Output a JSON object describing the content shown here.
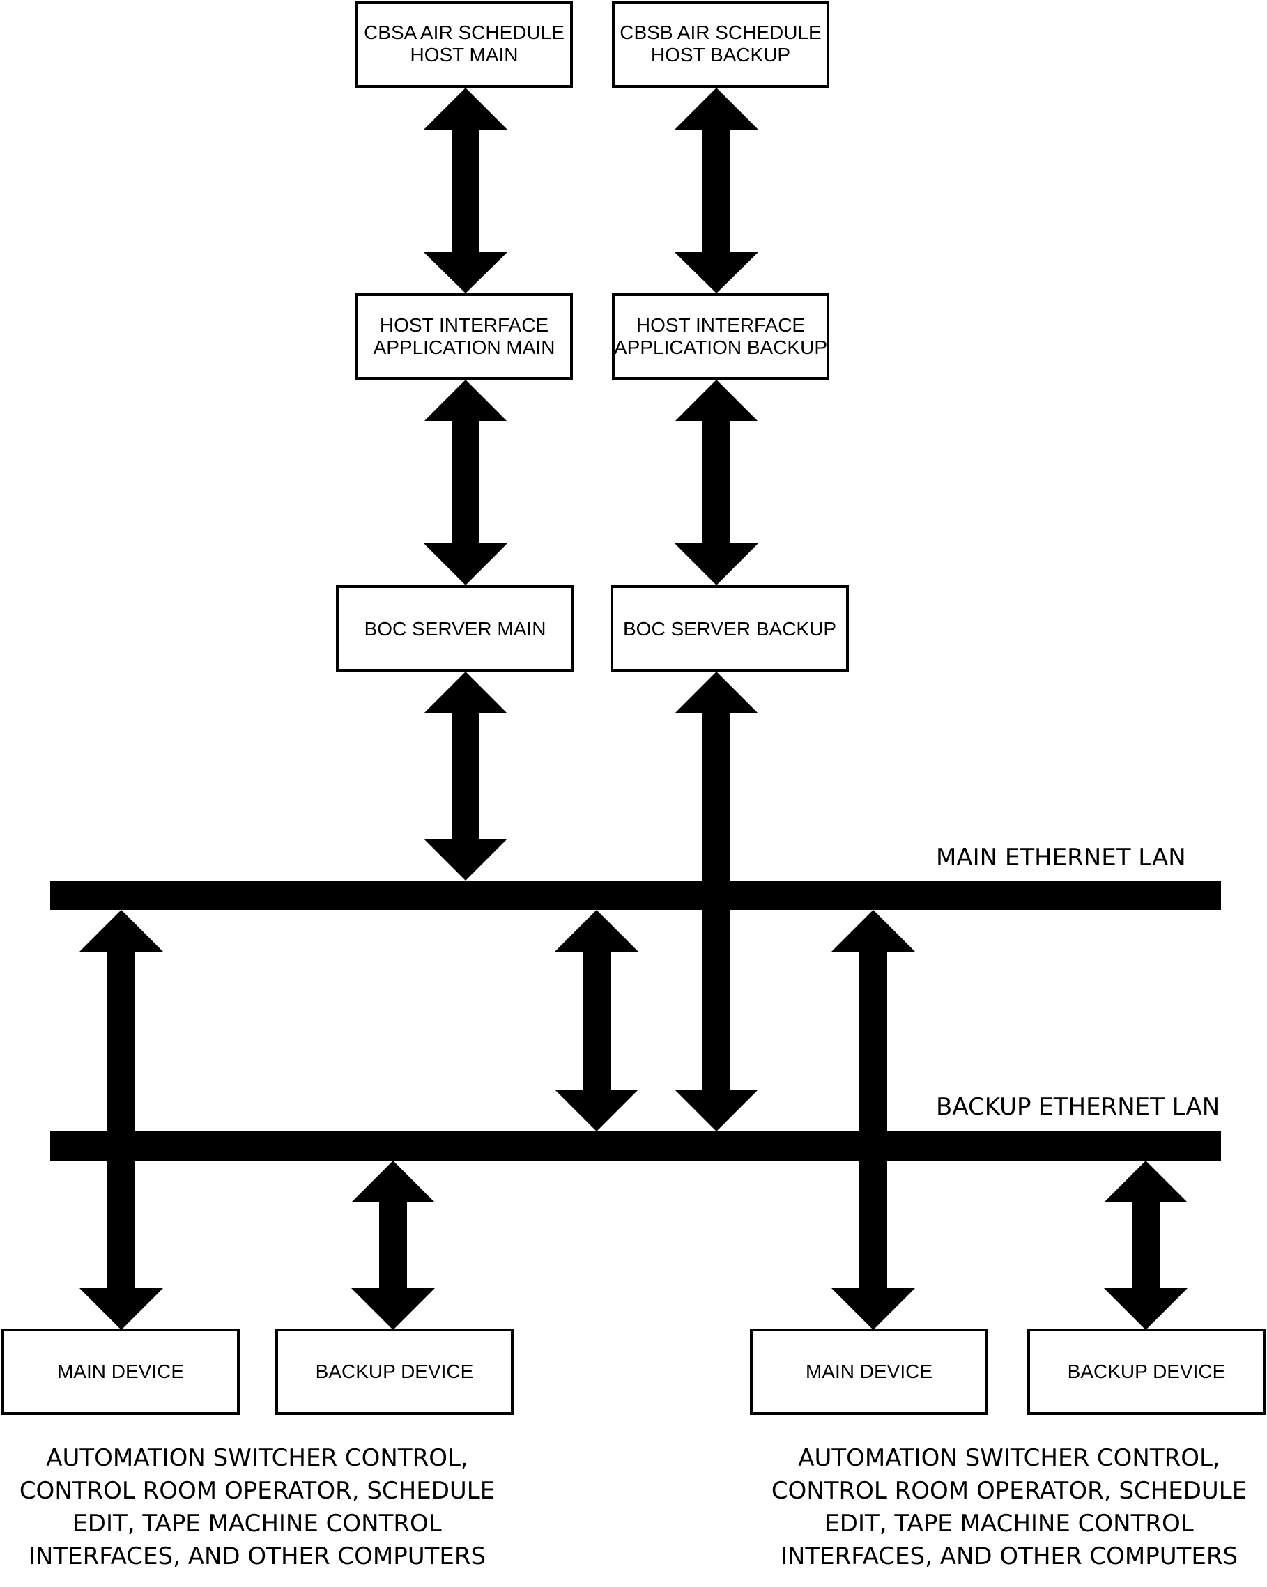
{
  "boxes": {
    "cbsa_host": {
      "line1": "CBSA AIR SCHEDULE",
      "line2": "HOST MAIN"
    },
    "cbsb_host": {
      "line1": "CBSB AIR SCHEDULE",
      "line2": "HOST BACKUP"
    },
    "hia_main": {
      "line1": "HOST INTERFACE",
      "line2": "APPLICATION MAIN"
    },
    "hia_backup": {
      "line1": "HOST INTERFACE",
      "line2": "APPLICATION BACKUP"
    },
    "boc_main": {
      "label": "BOC SERVER MAIN"
    },
    "boc_backup": {
      "label": "BOC SERVER BACKUP"
    },
    "left_main_device": {
      "label": "MAIN DEVICE"
    },
    "left_backup_device": {
      "label": "BACKUP DEVICE"
    },
    "right_main_device": {
      "label": "MAIN DEVICE"
    },
    "right_backup_device": {
      "label": "BACKUP DEVICE"
    }
  },
  "lans": {
    "main": "MAIN ETHERNET LAN",
    "backup": "BACKUP ETHERNET LAN"
  },
  "captions": {
    "left": [
      "AUTOMATION SWITCHER CONTROL,",
      "CONTROL ROOM OPERATOR, SCHEDULE",
      "EDIT, TAPE MACHINE CONTROL",
      "INTERFACES, AND OTHER COMPUTERS"
    ],
    "right": [
      "AUTOMATION SWITCHER CONTROL,",
      "CONTROL ROOM OPERATOR, SCHEDULE",
      "EDIT, TAPE MACHINE CONTROL",
      "INTERFACES, AND OTHER COMPUTERS"
    ]
  }
}
